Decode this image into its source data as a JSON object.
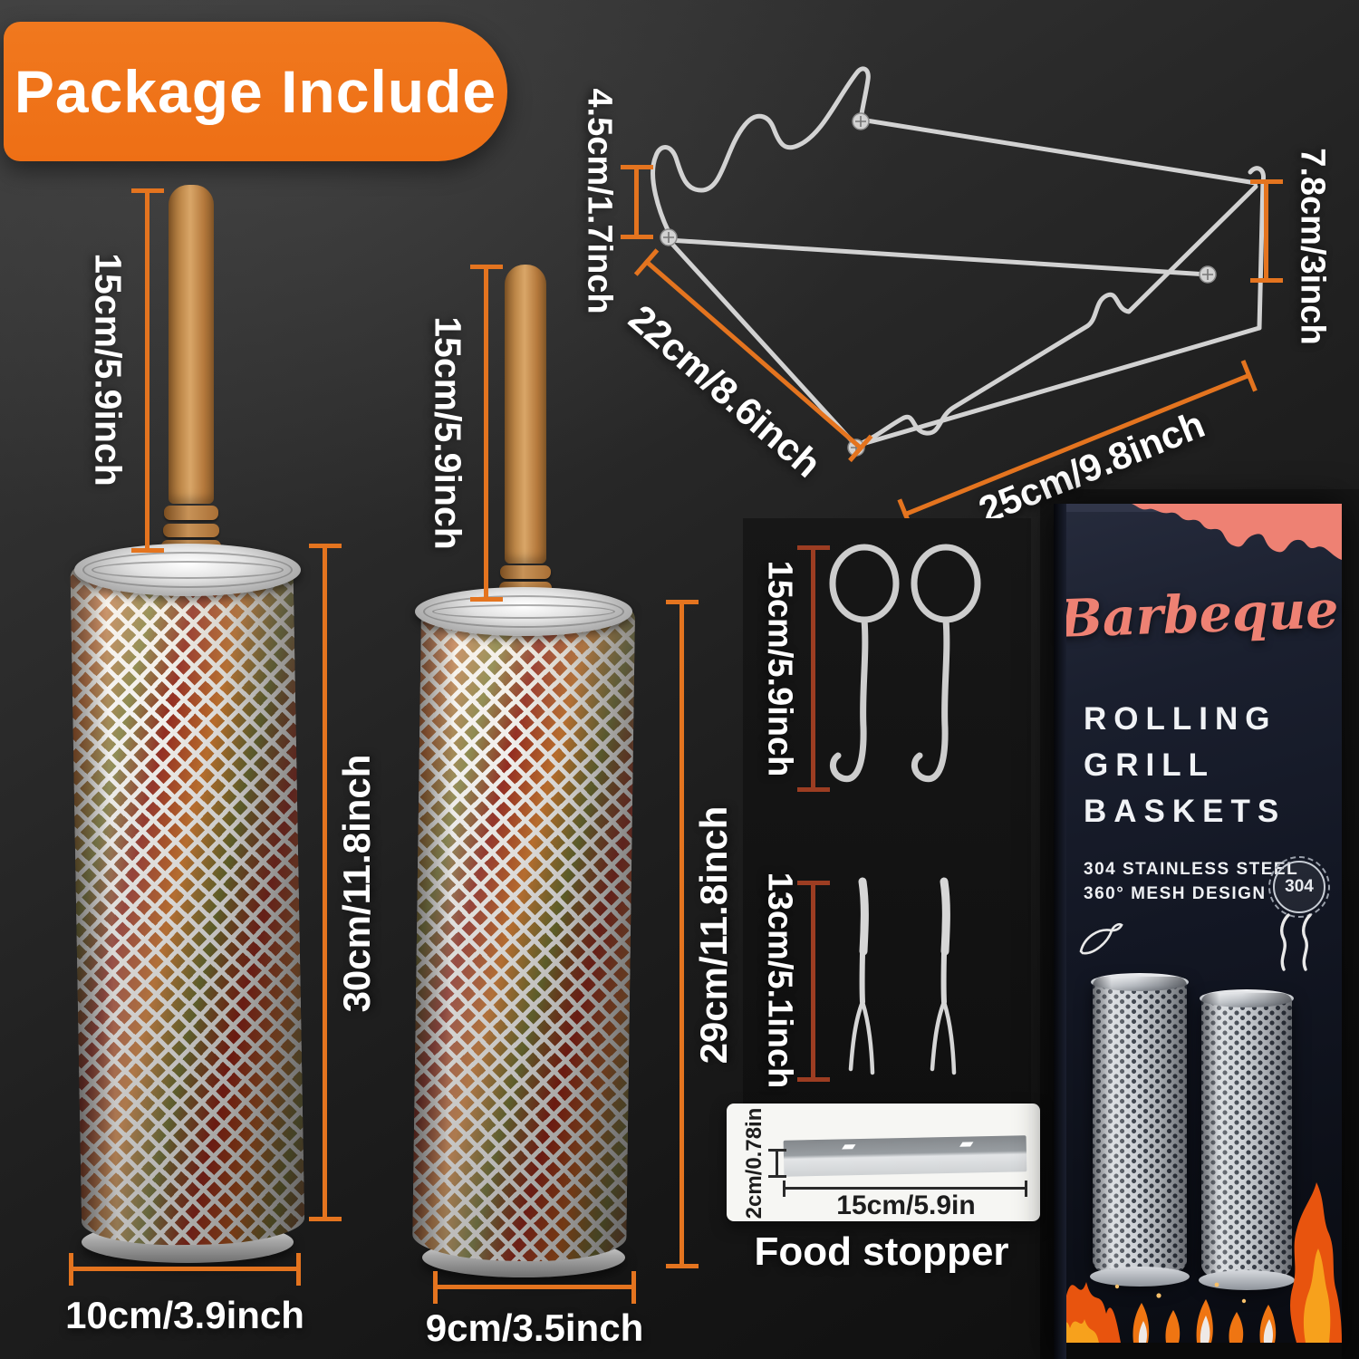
{
  "banner": {
    "text": "Package Include"
  },
  "colors": {
    "orange": "#f0781e",
    "dim": "#e4741f",
    "dim_dark": "#9c3d22",
    "coral": "#ee8173",
    "box_bg": "#131724"
  },
  "rack": {
    "height_left": "4.5cm/1.7inch",
    "depth": "22cm/8.6inch",
    "width": "25cm/9.8inch",
    "height_right": "7.8cm/3inch"
  },
  "basket_large": {
    "handle_length": "15cm/5.9inch",
    "body_height": "30cm/11.8inch",
    "diameter": "10cm/3.9inch"
  },
  "basket_small": {
    "handle_length": "15cm/5.9inch",
    "body_height": "29cm/11.8inch",
    "diameter": "9cm/3.5inch"
  },
  "hooks": {
    "length": "15cm/5.9inch",
    "count": 2
  },
  "forks": {
    "length": "13cm/5.1inch",
    "count": 2
  },
  "food_stopper": {
    "thickness": "2cm/0.78in",
    "length": "15cm/5.9in",
    "caption": "Food stopper"
  },
  "box": {
    "brand": "Barbeque",
    "title_line1": "ROLLING",
    "title_line2": "GRILL",
    "title_line3": "BASKETS",
    "feature_line1": "304 STAINLESS STEEL",
    "feature_line2": "360° MESH DESIGN",
    "badge": "304"
  },
  "icons": {
    "chili": "chili-icon",
    "steam": "steam-icon"
  }
}
